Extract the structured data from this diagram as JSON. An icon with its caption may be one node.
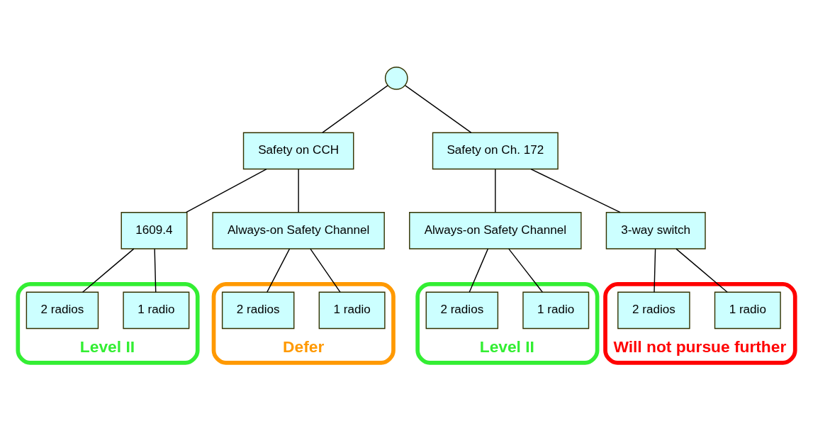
{
  "diagram": {
    "nodes": [
      {
        "text": [],
        "shape": "circle"
      },
      {
        "text": [
          "Safety on CCH"
        ]
      },
      {
        "text": [
          "Safety on Ch. 172"
        ]
      },
      {
        "text": [
          "1609.4"
        ]
      },
      {
        "text": [
          "Always-on Safety Channel"
        ]
      },
      {
        "text": [
          "Always-on Safety Channel"
        ]
      },
      {
        "text": [
          "3-way switch"
        ]
      },
      {
        "text": [
          "Level II"
        ]
      },
      {
        "text": [
          "1 radio"
        ],
        "in": 7
      },
      {
        "text": [
          "2 radios"
        ],
        "in": 7
      },
      {
        "text": [
          "Defer"
        ]
      },
      {
        "text": [
          "1 radio"
        ],
        "in": 10
      },
      {
        "text": [
          "2 radios"
        ],
        "in": 10
      },
      {
        "text": [
          "Level II"
        ]
      },
      {
        "text": [
          "1 radio"
        ],
        "in": 13
      },
      {
        "text": [
          "2 radios"
        ],
        "in": 13
      },
      {
        "text": [
          "Will not pursue further"
        ]
      },
      {
        "text": [
          "1 radio"
        ],
        "in": 16
      },
      {
        "text": [
          "2 radios"
        ],
        "in": 16
      }
    ],
    "edges": [
      {
        "from": 0,
        "to": 1,
        "arrow": "none"
      },
      {
        "from": 0,
        "to": 2,
        "arrow": "none"
      },
      {
        "from": 1,
        "to": 3,
        "arrow": "none"
      },
      {
        "from": 1,
        "to": 4,
        "arrow": "none"
      },
      {
        "from": 2,
        "to": 5,
        "arrow": "none"
      },
      {
        "from": 2,
        "to": 6,
        "arrow": "none"
      },
      {
        "from": 3,
        "to": 8,
        "arrow": "none"
      },
      {
        "from": 3,
        "to": 9,
        "arrow": "none"
      },
      {
        "from": 4,
        "to": 11,
        "arrow": "none"
      },
      {
        "from": 4,
        "to": 12,
        "arrow": "none"
      },
      {
        "from": 5,
        "to": 14,
        "arrow": "none"
      },
      {
        "from": 5,
        "to": 15,
        "arrow": "none"
      },
      {
        "from": 6,
        "to": 17,
        "arrow": "none"
      },
      {
        "from": 6,
        "to": 18,
        "arrow": "none"
      }
    ]
  }
}
